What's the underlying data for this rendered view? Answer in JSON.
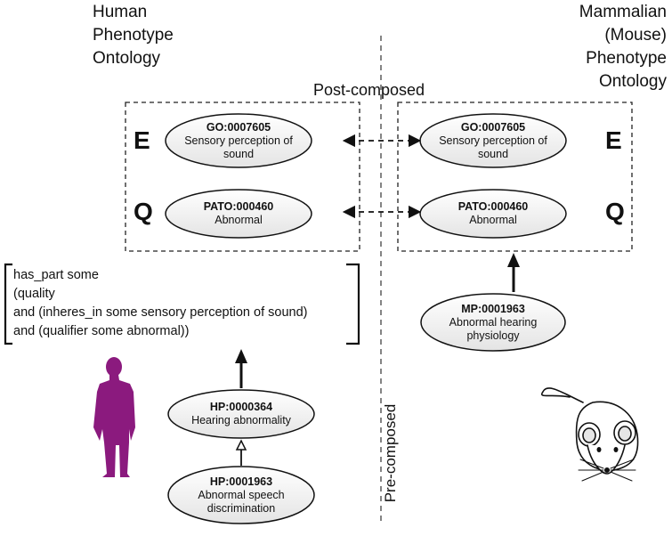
{
  "human_title": [
    "Human",
    "Phenotype",
    "Ontology"
  ],
  "mouse_title": [
    "Mammalian",
    "(Mouse)",
    "Phenotype",
    "Ontology"
  ],
  "post_composed_label": "Post-composed",
  "pre_composed_label": "Pre-composed",
  "left_e_letter": "E",
  "left_q_letter": "Q",
  "right_e_letter": "E",
  "right_q_letter": "Q",
  "left_go": {
    "id": "GO:0007605",
    "label_line1": "Sensory perception of",
    "label_line2": "sound"
  },
  "left_pato": {
    "id": "PATO:000460",
    "label_line1": "Abnormal"
  },
  "right_go": {
    "id": "GO:0007605",
    "label_line1": "Sensory perception of",
    "label_line2": "sound"
  },
  "right_pato": {
    "id": "PATO:000460",
    "label_line1": "Abnormal"
  },
  "mp_node": {
    "id": "MP:0001963",
    "label_line1": "Abnormal hearing",
    "label_line2": "physiology"
  },
  "hp_364": {
    "id": "HP:0000364",
    "label_line1": "Hearing abnormality"
  },
  "hp_1963": {
    "id": "HP:0001963",
    "label_line1": "Abnormal speech",
    "label_line2": "discrimination"
  },
  "formula": [
    "has_part some",
    "(quality",
    "and (inheres_in some sensory perception of sound)",
    "and (qualifier some abnormal))"
  ],
  "colors": {
    "human_silhouette": "#8b1a7e",
    "mouse_fill": "#ffffff",
    "stroke": "#111111"
  },
  "icons": [
    "human-silhouette-icon",
    "mouse-icon"
  ]
}
